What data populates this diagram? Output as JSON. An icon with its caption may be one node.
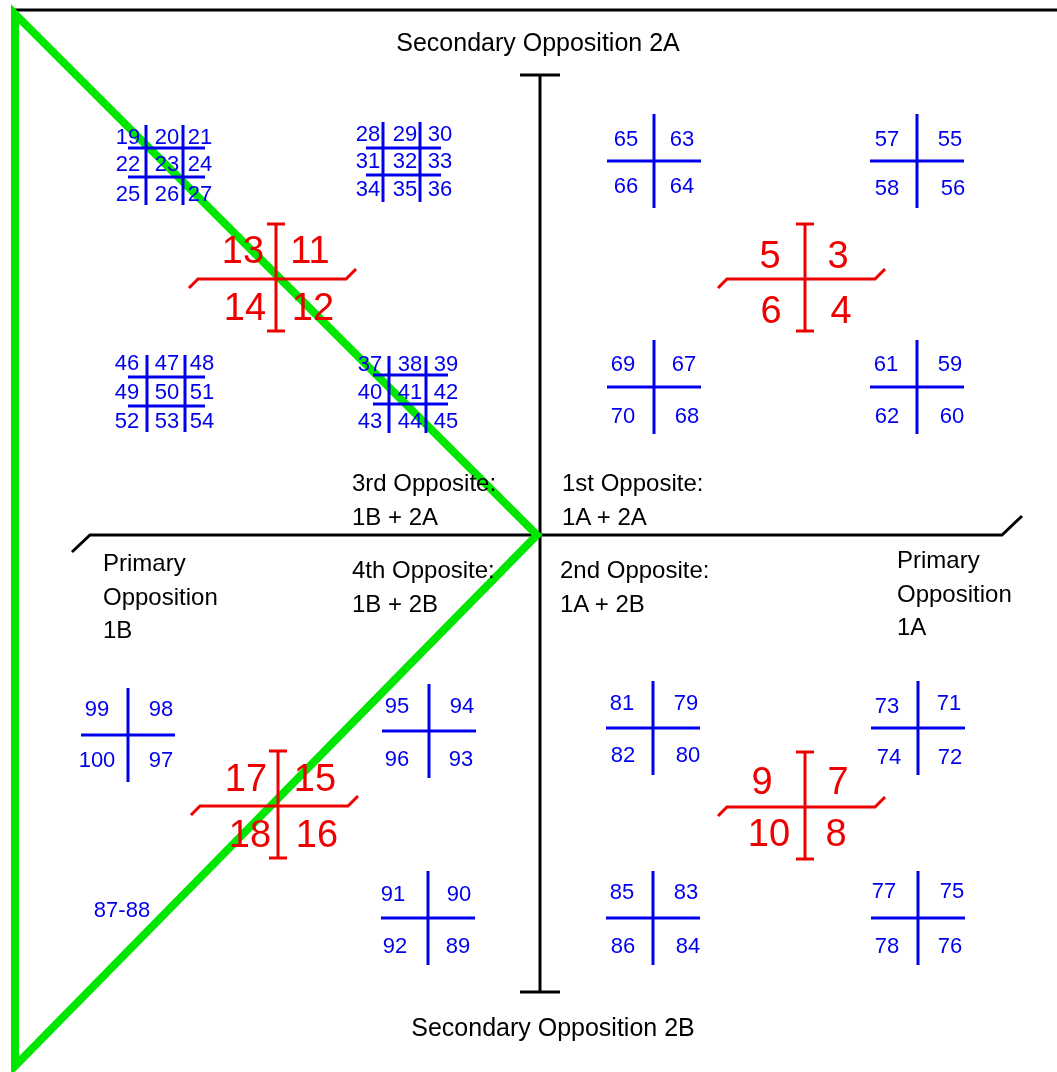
{
  "diagram": {
    "labels": [
      "Secondary Opposition 2A",
      "19",
      "20",
      "21",
      "22",
      "23",
      "24",
      "25",
      "26",
      "27",
      "28",
      "29",
      "30",
      "31",
      "32",
      "33",
      "34",
      "35",
      "36",
      "65",
      "63",
      "66",
      "64",
      "57",
      "55",
      "58",
      "56",
      "13",
      "11",
      "14",
      "12",
      "5",
      "3",
      "6",
      "4",
      "46",
      "47",
      "48",
      "49",
      "50",
      "51",
      "52",
      "53",
      "54",
      "37",
      "38",
      "39",
      "40",
      "41",
      "42",
      "43",
      "44",
      "45",
      "69",
      "67",
      "70",
      "68",
      "61",
      "59",
      "62",
      "60",
      "3rd Opposite: 1B + 2A",
      "1st Opposite: 1A + 2A",
      "Primary Opposition 1B",
      "4th Opposite: 1B + 2B",
      "2nd Opposite: 1A + 2B",
      "Primary Opposition 1A",
      "99",
      "98",
      "100",
      "97",
      "95",
      "94",
      "96",
      "93",
      "81",
      "79",
      "82",
      "80",
      "73",
      "71",
      "74",
      "72",
      "17",
      "15",
      "18",
      "16",
      "9",
      "7",
      "10",
      "8",
      "87-88",
      "91",
      "90",
      "92",
      "89",
      "85",
      "83",
      "86",
      "84",
      "77",
      "75",
      "78",
      "76",
      "Secondary Opposition 2B"
    ]
  }
}
